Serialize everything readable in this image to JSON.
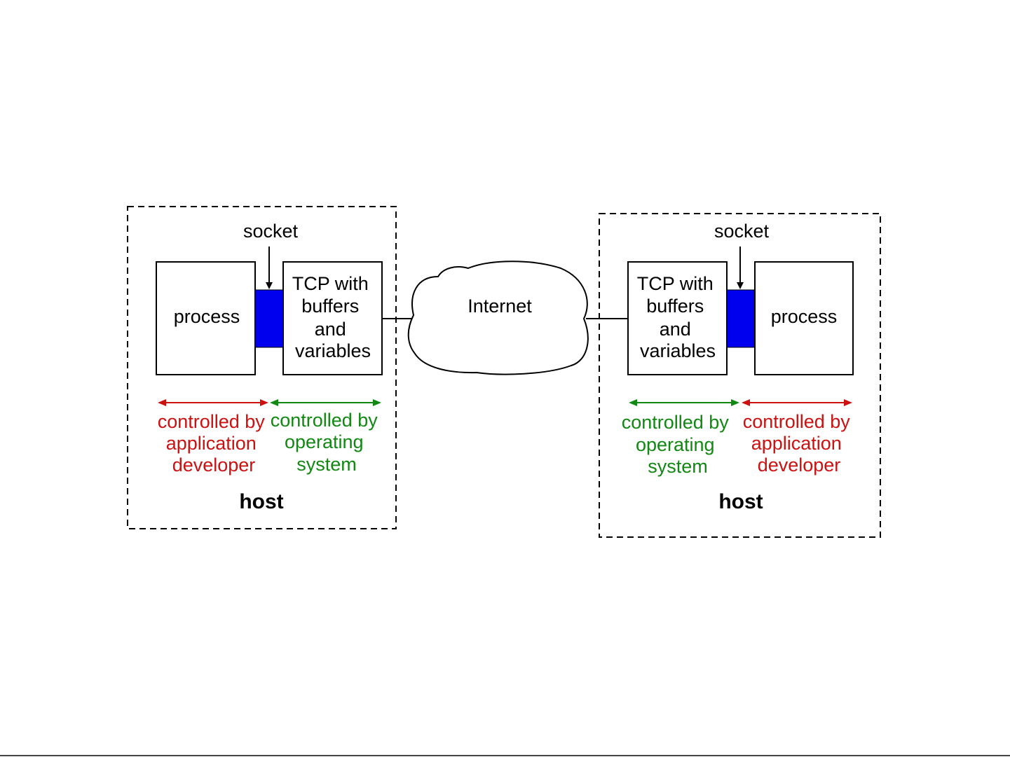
{
  "colors": {
    "background": "#ffffff",
    "outline": "#000000",
    "socket_fill": "#0000ee",
    "application_developer": "#cc1111",
    "operating_system": "#118811"
  },
  "left_host": {
    "socket_label": "socket",
    "process_label": "process",
    "tcp_label_lines": [
      "TCP with",
      "buffers",
      "and",
      "variables"
    ],
    "app_dev_lines": [
      "controlled by",
      "application",
      "developer"
    ],
    "os_lines": [
      "controlled by",
      "operating",
      "system"
    ],
    "host_label": "host"
  },
  "internet": {
    "label": "Internet"
  },
  "right_host": {
    "socket_label": "socket",
    "process_label": "process",
    "tcp_label_lines": [
      "TCP with",
      "buffers",
      "and",
      "variables"
    ],
    "os_lines": [
      "controlled by",
      "operating",
      "system"
    ],
    "app_dev_lines": [
      "controlled by",
      "application",
      "developer"
    ],
    "host_label": "host"
  }
}
